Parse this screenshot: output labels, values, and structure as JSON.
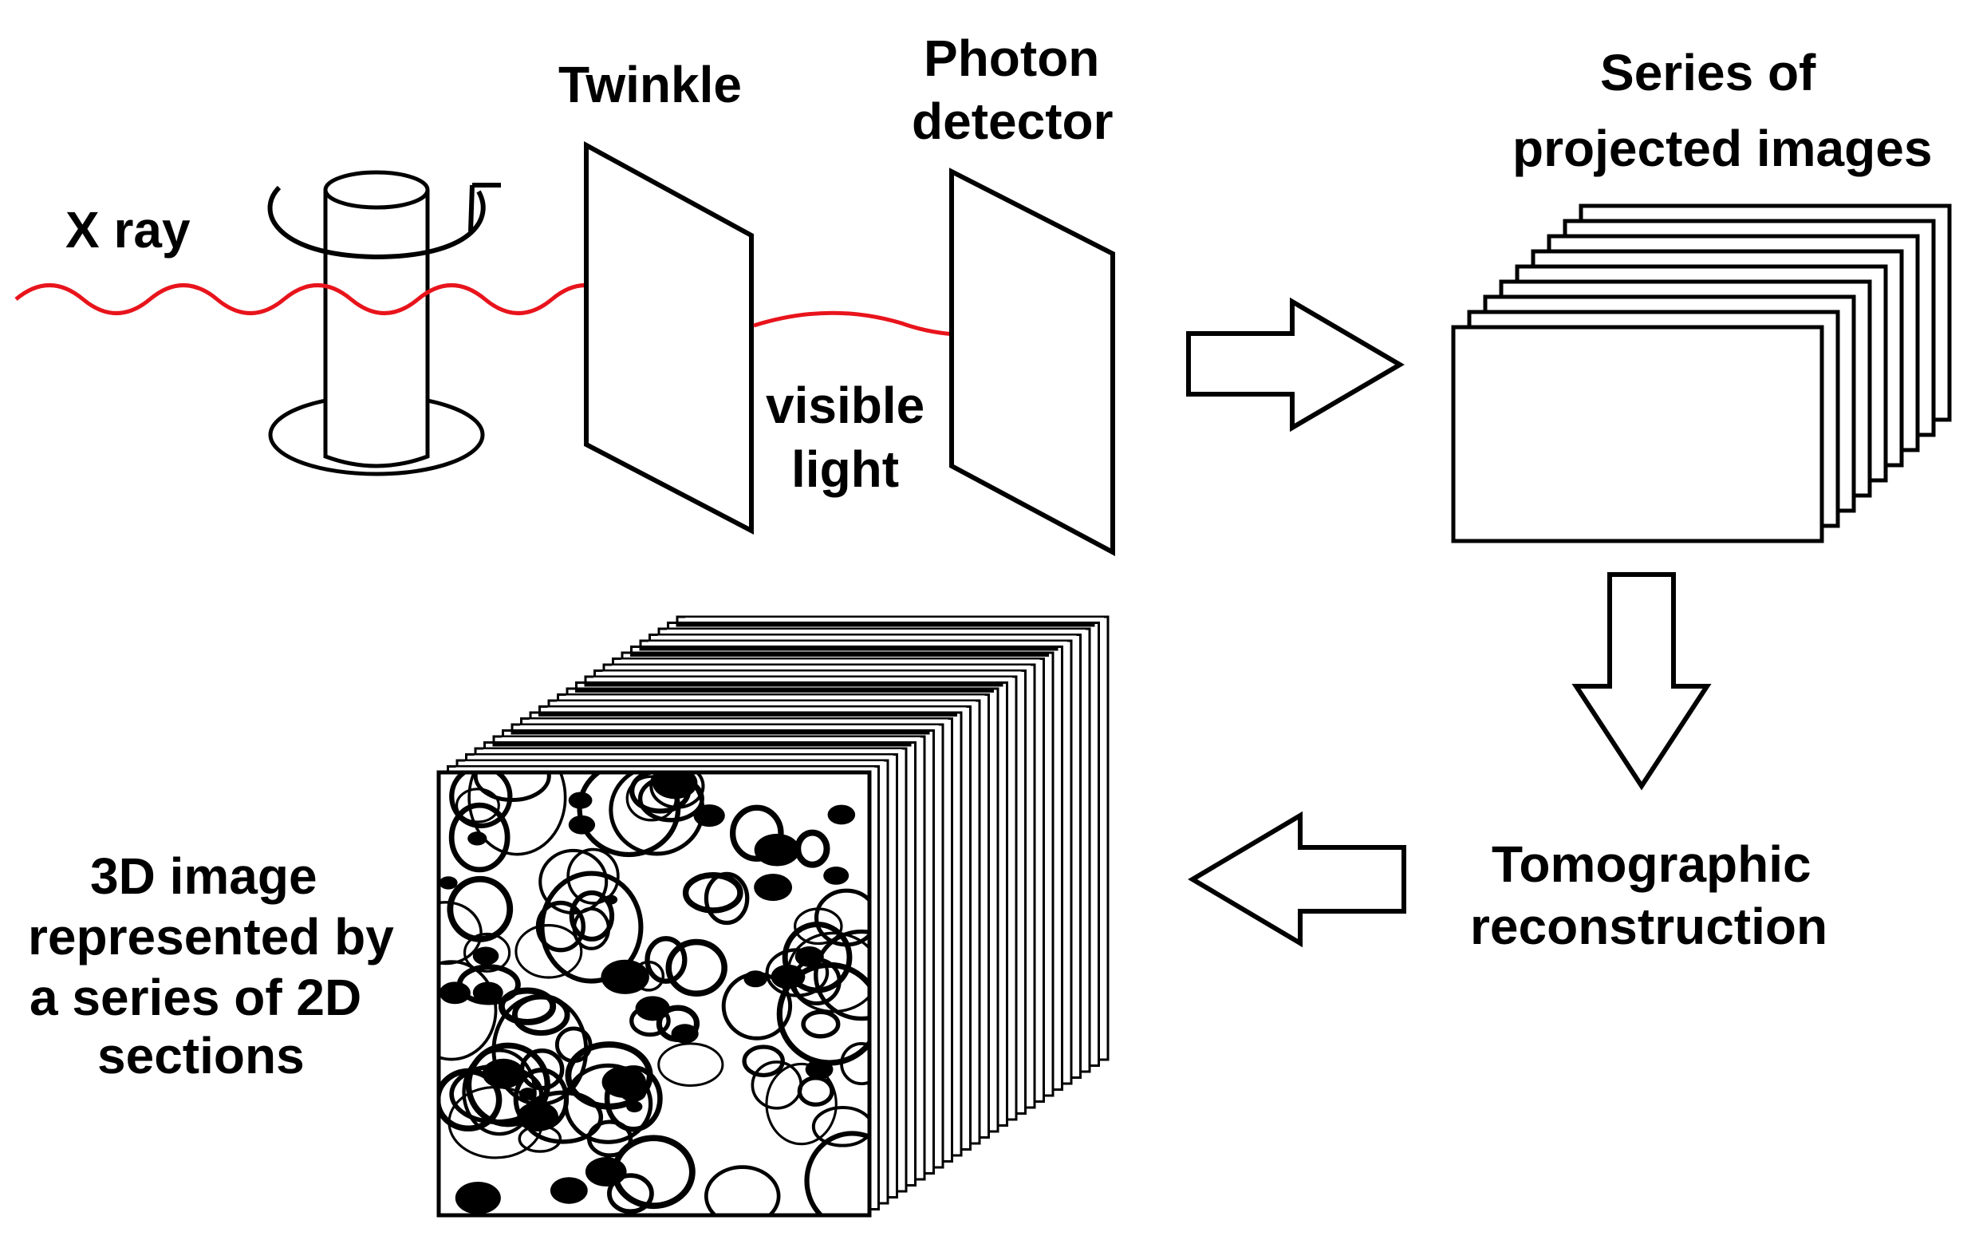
{
  "labels": {
    "xray": "X ray",
    "twinkle": "Twinkle",
    "photon_line1": "Photon",
    "photon_line2": "detector",
    "visible_line1": "visible",
    "visible_line2": "light",
    "series_line1": "Series of",
    "series_line2": "projected images",
    "tomo_line1": "Tomographic",
    "tomo_line2": "reconstruction",
    "image3d_line1": "3D image",
    "image3d_line2": "represented by",
    "image3d_line3": "a  series of 2D",
    "image3d_line4": "sections"
  },
  "colors": {
    "ray": "#e8141c",
    "stroke": "#000000",
    "background": "#ffffff"
  },
  "icons": {
    "rotation": "rotation-arrow-icon",
    "flow_right": "right-arrow-icon",
    "flow_down": "down-arrow-icon",
    "flow_left": "left-arrow-icon"
  }
}
